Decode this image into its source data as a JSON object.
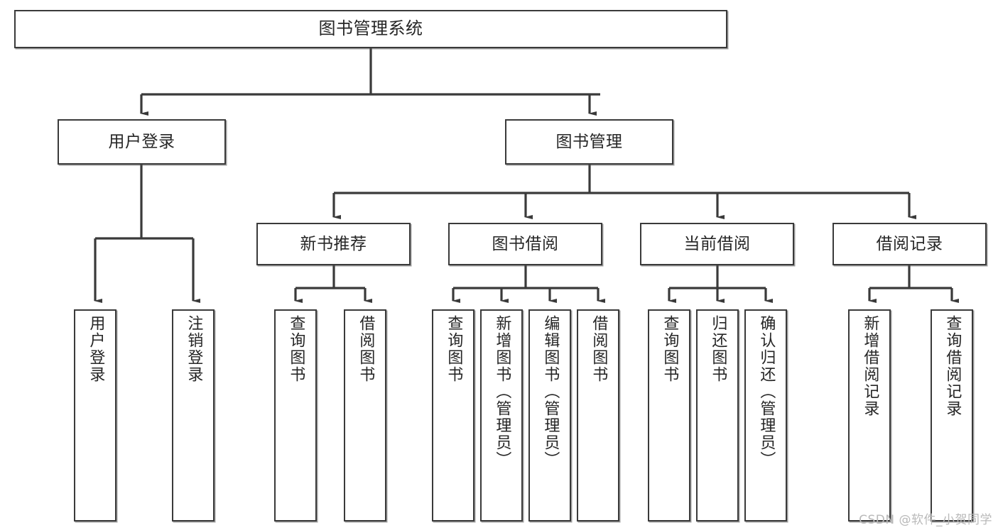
{
  "diagram": {
    "title": "图书管理系统",
    "type": "tree",
    "orientation": "top-down",
    "colors": {
      "box_border": "#3a3a3a",
      "box_fill": "#ffffff",
      "connector": "#3a3a3a",
      "text": "#262626",
      "watermark": "#b9b9b9"
    }
  },
  "nodes": {
    "root": {
      "label": "图书管理系统",
      "level": 1
    },
    "level2": [
      {
        "id": "user-login",
        "label": "用户登录"
      },
      {
        "id": "book-manage",
        "label": "图书管理"
      }
    ],
    "level3": [
      {
        "id": "new-book-recommend",
        "label": "新书推荐",
        "parent": "book-manage"
      },
      {
        "id": "book-borrow",
        "label": "图书借阅",
        "parent": "book-manage"
      },
      {
        "id": "current-borrow",
        "label": "当前借阅",
        "parent": "book-manage"
      },
      {
        "id": "borrow-record",
        "label": "借阅记录",
        "parent": "book-manage"
      }
    ],
    "leaves": [
      {
        "id": "leaf-user-login",
        "label": "用户登录",
        "parent": "user-login"
      },
      {
        "id": "leaf-user-logout",
        "label": "注销登录",
        "parent": "user-login"
      },
      {
        "id": "leaf-query-book-1",
        "label": "查询图书",
        "parent": "new-book-recommend"
      },
      {
        "id": "leaf-borrow-book-1",
        "label": "借阅图书",
        "parent": "new-book-recommend"
      },
      {
        "id": "leaf-query-book-2",
        "label": "查询图书",
        "parent": "book-borrow"
      },
      {
        "id": "leaf-add-book",
        "label": "新增图书（管理员）",
        "parent": "book-borrow"
      },
      {
        "id": "leaf-edit-book",
        "label": "编辑图书（管理员）",
        "parent": "book-borrow"
      },
      {
        "id": "leaf-borrow-book-2",
        "label": "借阅图书",
        "parent": "book-borrow"
      },
      {
        "id": "leaf-query-book-3",
        "label": "查询图书",
        "parent": "current-borrow"
      },
      {
        "id": "leaf-return-book",
        "label": "归还图书",
        "parent": "current-borrow"
      },
      {
        "id": "leaf-confirm-return",
        "label": "确认归还（管理员）",
        "parent": "current-borrow"
      },
      {
        "id": "leaf-add-record",
        "label": "新增借阅记录",
        "parent": "borrow-record"
      },
      {
        "id": "leaf-query-record",
        "label": "查询借阅记录",
        "parent": "borrow-record"
      }
    ]
  },
  "watermark": {
    "text": "CSDN @软件_小贺同学"
  }
}
